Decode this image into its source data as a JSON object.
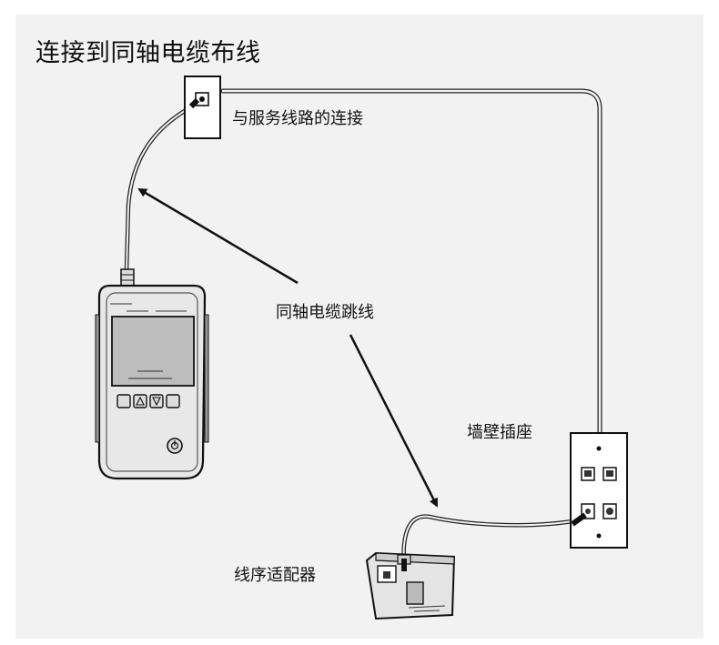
{
  "diagram": {
    "title": "连接到同轴电缆布线",
    "labels": {
      "service_connection": "与服务线路的连接",
      "coax_patch_cable": "同轴电缆跳线",
      "wall_outlet": "墙壁插座",
      "wiremap_adapter": "线序适配器"
    },
    "icons": {
      "tester": "handheld-tester-icon",
      "service_jack": "coax-wall-jack-icon",
      "wall_plate": "wall-plate-icon",
      "adapter": "wiremap-adapter-icon",
      "power_button": "power-icon"
    },
    "colors": {
      "background": "#f2f2f2",
      "line": "#222222"
    }
  }
}
